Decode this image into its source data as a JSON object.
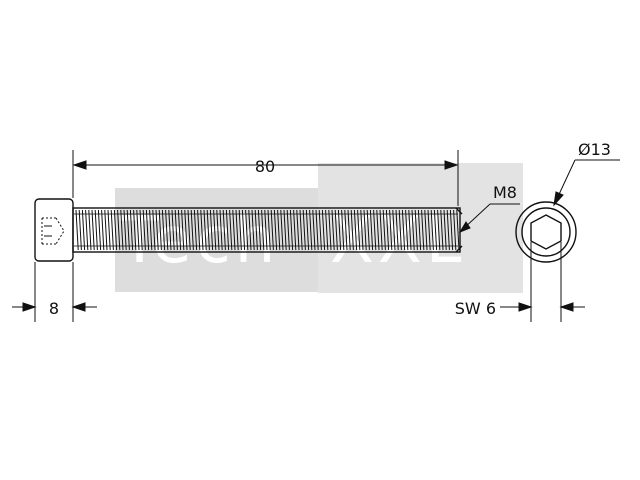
{
  "colors": {
    "line": "#111111",
    "watermark_light": "#dddddd",
    "watermark_dark": "#e3e3e3",
    "watermark_text": "#cfcfcf",
    "background": "#ffffff"
  },
  "dimensions": {
    "length": "80",
    "head_height": "8",
    "thread": "M8",
    "head_diameter": "Ø13",
    "wrench_size": "SW 6"
  },
  "watermark": {
    "text_left": "Tech",
    "text_right": "XXL"
  }
}
